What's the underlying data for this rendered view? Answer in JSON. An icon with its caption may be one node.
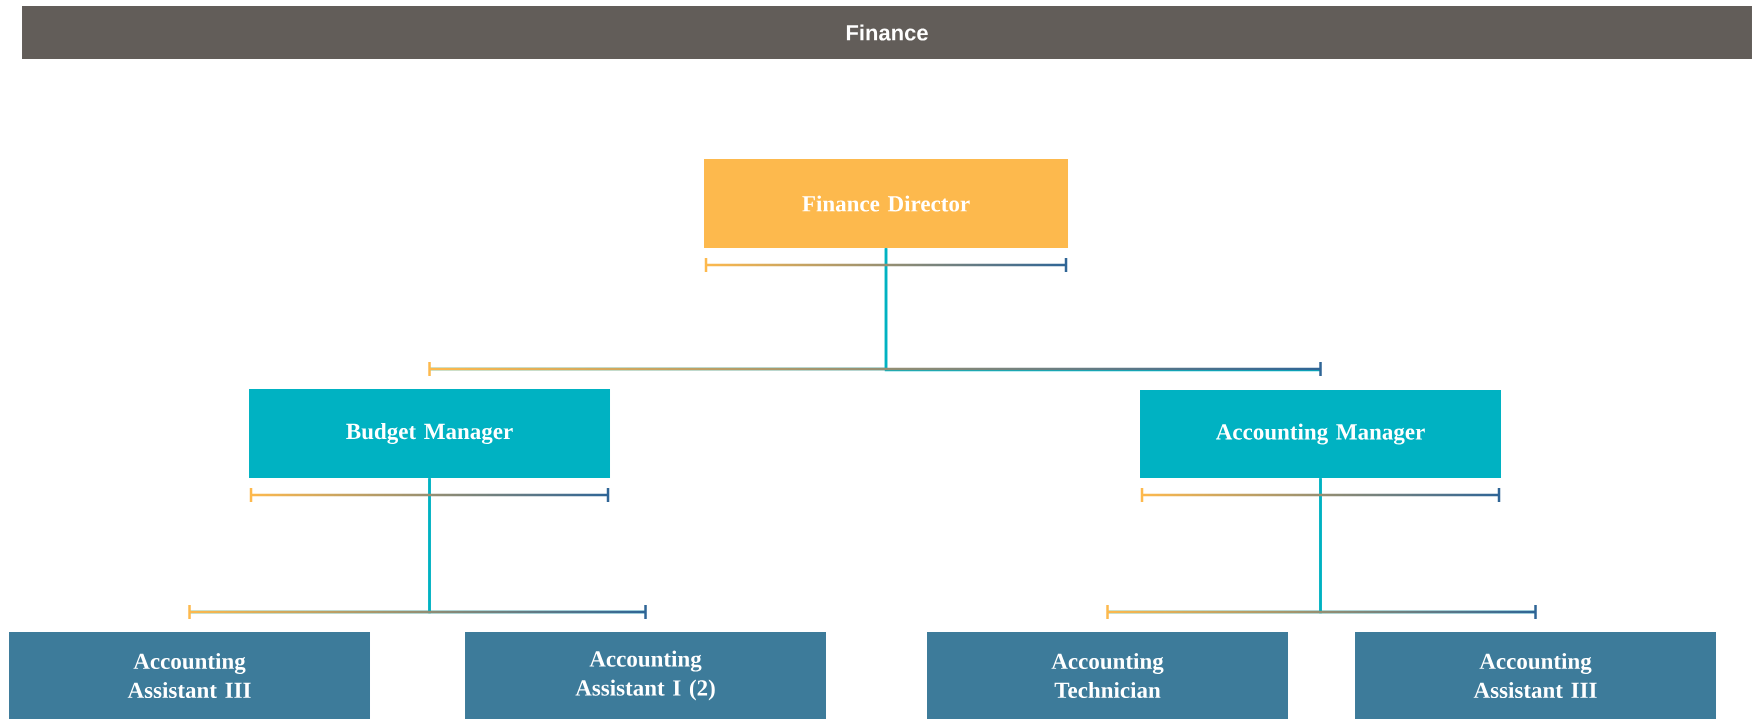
{
  "diagram": {
    "title": "Finance",
    "nodes": [
      {
        "text": [
          "Finance Director"
        ]
      },
      {
        "text": [
          "Budget Manager"
        ]
      },
      {
        "text": [
          "Accounting Manager"
        ]
      },
      {
        "text": [
          "Accounting Assistant III"
        ]
      },
      {
        "text": [
          "Accounting Assistant I (2)"
        ]
      },
      {
        "text": [
          "Accounting Technician"
        ]
      },
      {
        "text": [
          "Accounting Assistant III"
        ]
      }
    ],
    "edges": [
      {
        "from": 0,
        "to": 1,
        "arrow": "none"
      },
      {
        "from": 0,
        "to": 2,
        "arrow": "none"
      },
      {
        "from": 1,
        "to": 3,
        "arrow": "none"
      },
      {
        "from": 1,
        "to": 4,
        "arrow": "none"
      },
      {
        "from": 2,
        "to": 5,
        "arrow": "none"
      },
      {
        "from": 2,
        "to": 6,
        "arrow": "none"
      }
    ]
  }
}
